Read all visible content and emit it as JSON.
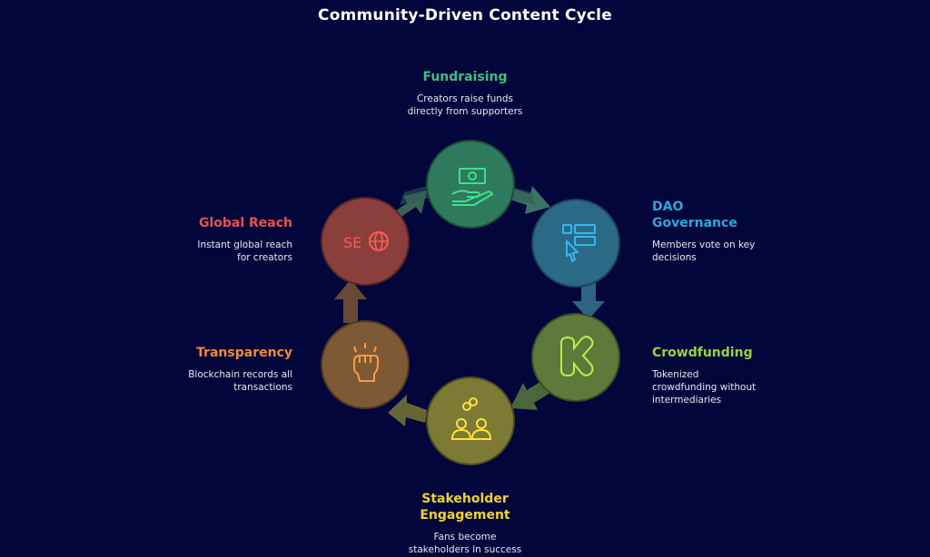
{
  "title": "Community-Driven Content Cycle",
  "steps": [
    {
      "id": "fundraising",
      "title": "Fundraising",
      "description_lines": [
        "Creators raise funds",
        "directly from supporters"
      ],
      "color": "#3fbf7f",
      "node_color": "#2f7a5c",
      "icon": "money-hand-icon"
    },
    {
      "id": "dao",
      "title_lines": [
        "DAO",
        "Governance"
      ],
      "description_lines": [
        "Members vote on key",
        "decisions"
      ],
      "color": "#29a8e0",
      "node_color": "#2b6a86",
      "icon": "vote-list-icon"
    },
    {
      "id": "crowdfunding",
      "title": "Crowdfunding",
      "description_lines": [
        "Tokenized",
        "crowdfunding without",
        "intermediaries"
      ],
      "color": "#9bd23c",
      "node_color": "#5e7a3a",
      "icon": "kickstarter-k-icon"
    },
    {
      "id": "stakeholder",
      "title_lines": [
        "Stakeholder",
        "Engagement"
      ],
      "description_lines": [
        "Fans become",
        "stakeholders in success"
      ],
      "color": "#f2d22e",
      "node_color": "#7c7a35",
      "icon": "people-link-icon"
    },
    {
      "id": "transparency",
      "title": "Transparency",
      "description_lines": [
        "Blockchain records all",
        "transactions"
      ],
      "color": "#f08a3a",
      "node_color": "#7d5a35",
      "icon": "raised-fist-icon"
    },
    {
      "id": "global",
      "title": "Global Reach",
      "description_lines": [
        "Instant global reach",
        "for creators"
      ],
      "color": "#e8524f",
      "node_color": "#8a3f3c",
      "icon": "seo-globe-icon"
    }
  ],
  "seo_text": "SE"
}
